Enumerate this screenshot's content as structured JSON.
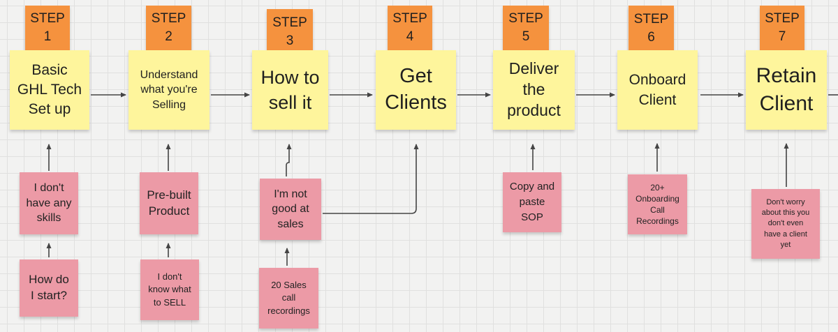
{
  "colors": {
    "step_note": "#f5923e",
    "main_note": "#fef59c",
    "issue_note": "#ec9aa6",
    "background": "#f2f2f1",
    "connector": "#444444"
  },
  "steps": [
    {
      "tag": "STEP\n1",
      "title": "Basic\nGHL Tech\nSet up"
    },
    {
      "tag": "STEP\n2",
      "title": "Understand\nwhat you're\nSelling"
    },
    {
      "tag": "STEP\n3",
      "title": "How to\nsell it"
    },
    {
      "tag": "STEP\n4",
      "title": "Get\nClients"
    },
    {
      "tag": "STEP\n5",
      "title": "Deliver\nthe\nproduct"
    },
    {
      "tag": "STEP\n6",
      "title": "Onboard\nClient"
    },
    {
      "tag": "STEP\n7",
      "title": "Retain\nClient"
    }
  ],
  "notes": {
    "step1_upper": "I don't\nhave any\nskills",
    "step1_lower": "How do\nI start?",
    "step2_upper": "Pre-built\nProduct",
    "step2_lower": "I don't\nknow what\nto SELL",
    "step3_upper": "I'm not\ngood at\nsales",
    "step3_lower": "20 Sales\ncall\nrecordings",
    "step5_upper": "Copy and\npaste\nSOP",
    "step6_upper": "20+\nOnboarding\nCall\nRecordings",
    "step7_upper": "Don't worry\nabout this you\ndon't even\nhave a client\nyet"
  }
}
